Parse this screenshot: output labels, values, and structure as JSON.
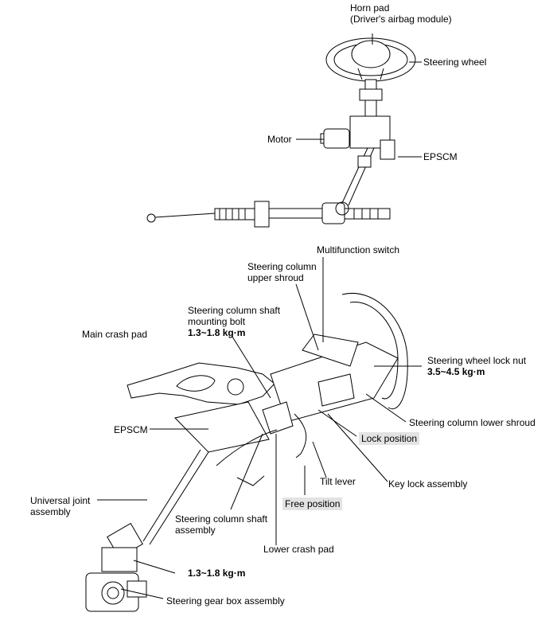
{
  "labels": {
    "horn_pad_1": "Horn pad",
    "horn_pad_2": "(Driver's airbag module)",
    "steering_wheel": "Steering wheel",
    "motor": "Motor",
    "epscm_top": "EPSCM",
    "multifunction_switch": "Multifunction switch",
    "upper_shroud_1": "Steering column",
    "upper_shroud_2": "upper shroud",
    "shaft_bolt_1": "Steering column shaft",
    "shaft_bolt_2": "mounting bolt",
    "shaft_bolt_torque": "1.3~1.8 kg·m",
    "main_crash_pad": "Main crash pad",
    "wheel_lock_nut": "Steering wheel lock nut",
    "wheel_lock_nut_torque": "3.5~4.5 kg·m",
    "lower_shroud": "Steering column lower shroud",
    "epscm_bottom": "EPSCM",
    "lock_position": "Lock position",
    "tilt_lever": "Tilt lever",
    "key_lock": "Key lock assembly",
    "universal_joint_1": "Universal joint",
    "universal_joint_2": "assembly",
    "free_position": "Free position",
    "column_shaft_1": "Steering column shaft",
    "column_shaft_2": "assembly",
    "lower_crash_pad": "Lower crash pad",
    "gear_torque": "1.3~1.8 kg·m",
    "gear_box": "Steering gear box assembly"
  },
  "colors": {
    "line": "#000000",
    "highlight": "#e3e3e3"
  }
}
